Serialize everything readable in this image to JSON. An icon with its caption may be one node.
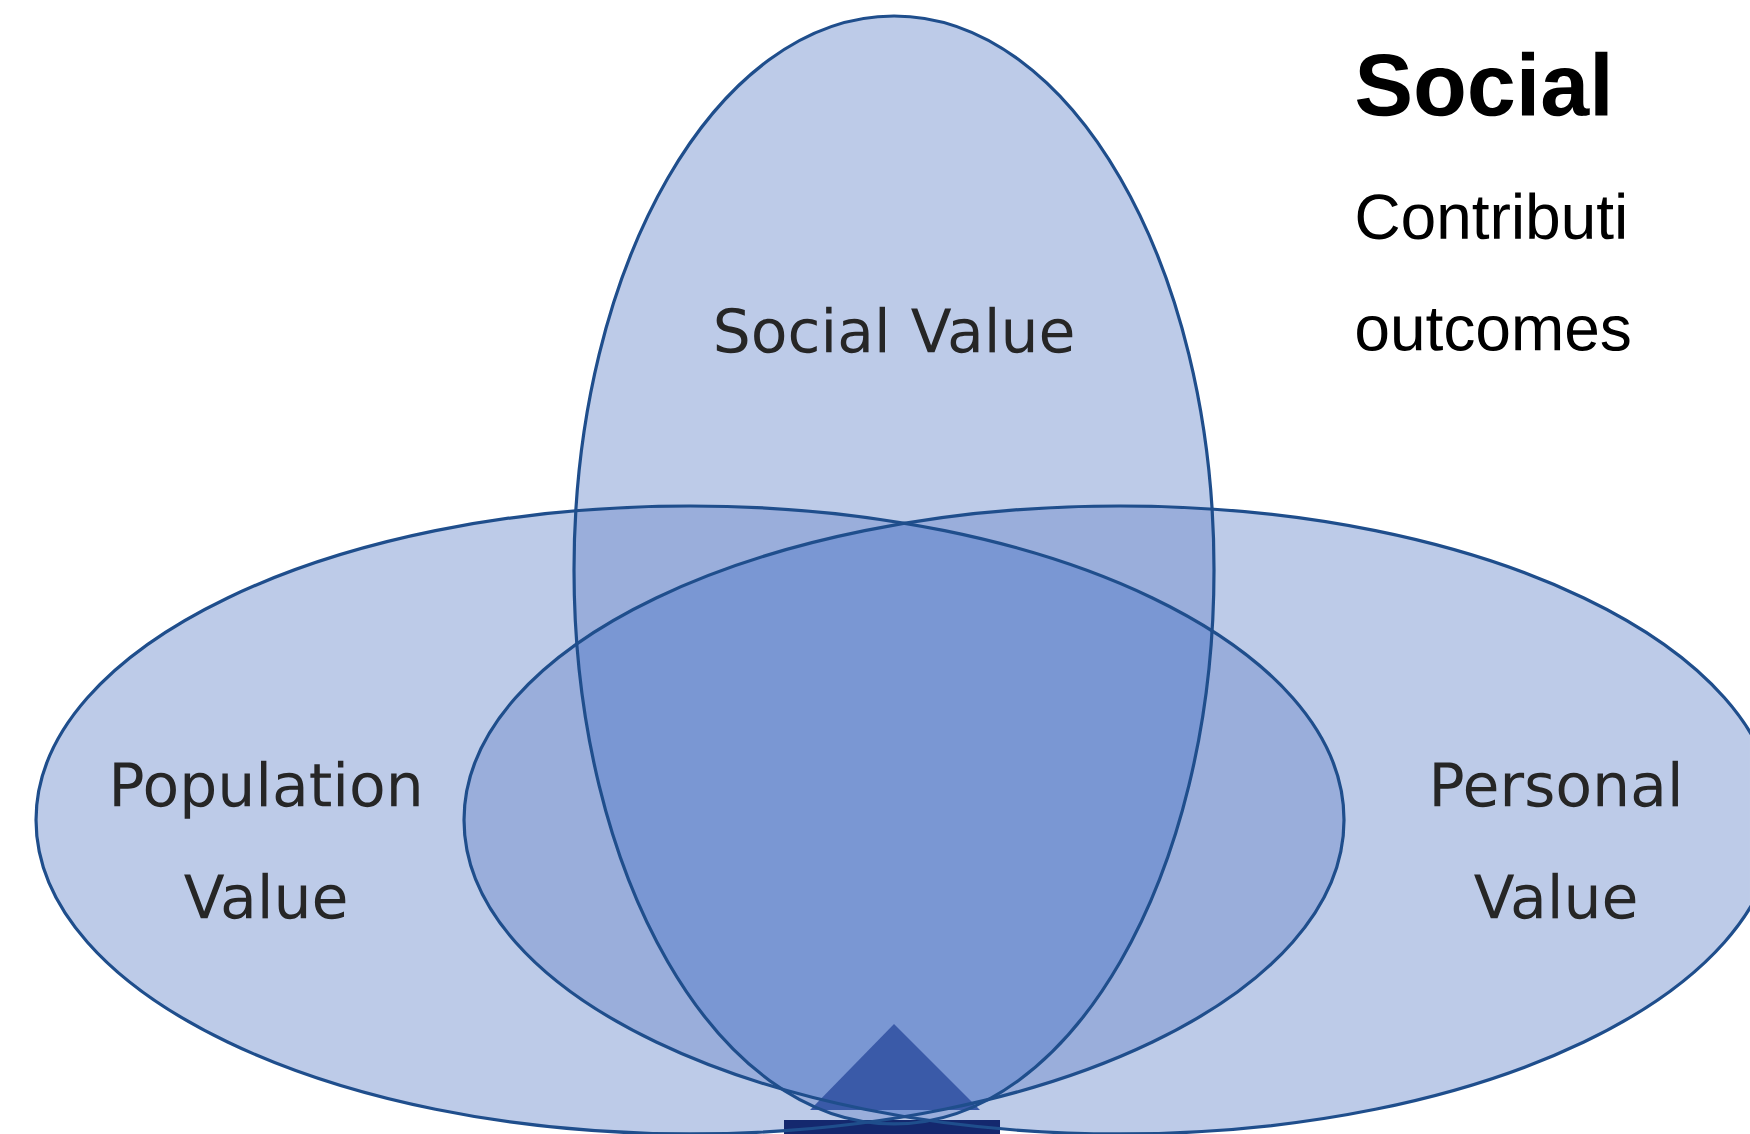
{
  "diagram": {
    "title": "Social",
    "nodes": [
      {
        "text": [
          "Social Value"
        ]
      },
      {
        "text": [
          "Population Value"
        ]
      },
      {
        "text": [
          "Personal Value"
        ]
      }
    ],
    "labels": [
      "Contributi",
      "outcomes"
    ]
  }
}
